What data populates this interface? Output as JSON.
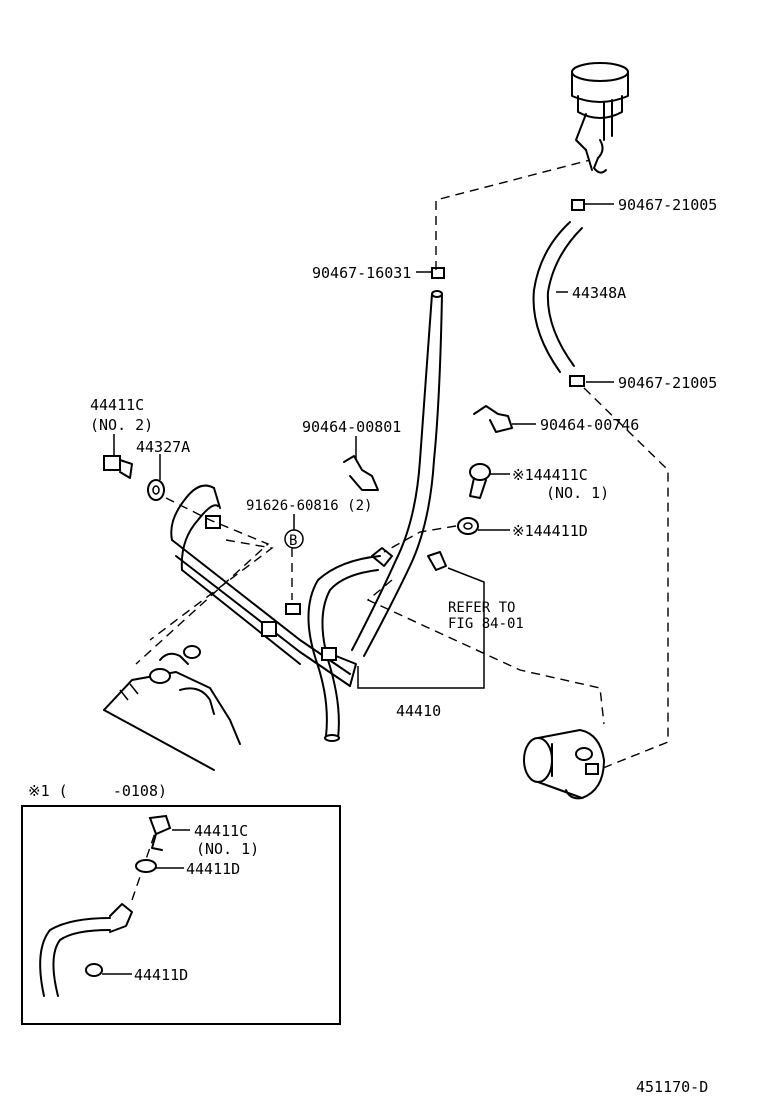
{
  "labels": {
    "p_90467_21005_top": "90467-21005",
    "p_90467_16031": "90467-16031",
    "p_44348A": "44348A",
    "p_90467_21005_mid": "90467-21005",
    "p_90464_00746": "90464-00746",
    "p_90464_00801": "90464-00801",
    "p_44411C_no2": "44411C",
    "p_no2": "(NO. 2)",
    "p_44327A": "44327A",
    "p_91626_60816": "91626-60816 (2)",
    "callout_B": "B",
    "p_144411C": "※144411C",
    "p_no1": "(NO. 1)",
    "p_144411D": "※144411D",
    "refer_to": "REFER TO",
    "fig_ref": "FIG 84-01",
    "p_44410": "44410",
    "inset_note": "※1 (     -0108)",
    "inset_44411C": "44411C",
    "inset_no1": "(NO. 1)",
    "inset_44411D_a": "44411D",
    "inset_44411D_b": "44411D",
    "figure_id": "451170-D"
  }
}
